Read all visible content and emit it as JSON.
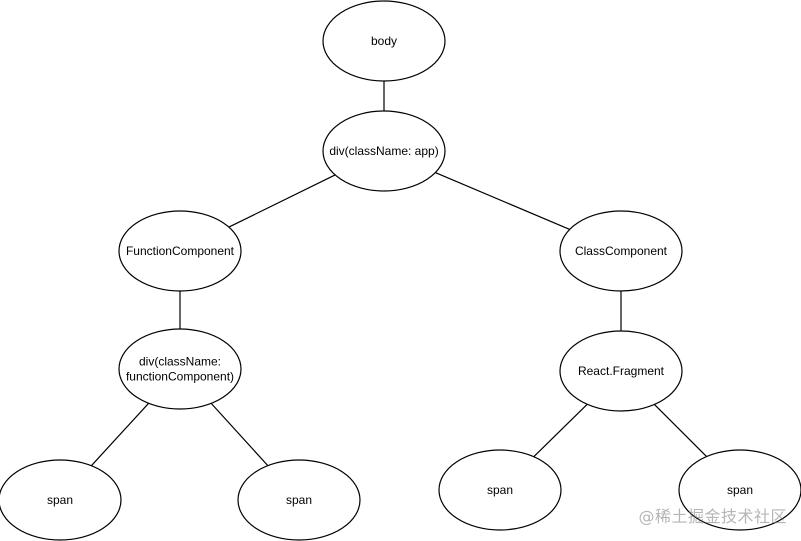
{
  "diagram": {
    "nodes": [
      {
        "id": "body",
        "label": "body"
      },
      {
        "id": "app",
        "label": "div(className: app)"
      },
      {
        "id": "func",
        "label": "FunctionComponent"
      },
      {
        "id": "class",
        "label": "ClassComponent"
      },
      {
        "id": "funcdiv",
        "label": "div(className: functionComponent)"
      },
      {
        "id": "fragment",
        "label": "React.Fragment"
      },
      {
        "id": "span1",
        "label": "span"
      },
      {
        "id": "span2",
        "label": "span"
      },
      {
        "id": "span3",
        "label": "span"
      },
      {
        "id": "span4",
        "label": "span"
      }
    ],
    "edges": [
      {
        "from": "body",
        "to": "app"
      },
      {
        "from": "app",
        "to": "func"
      },
      {
        "from": "app",
        "to": "class"
      },
      {
        "from": "func",
        "to": "funcdiv"
      },
      {
        "from": "class",
        "to": "fragment"
      },
      {
        "from": "funcdiv",
        "to": "span1"
      },
      {
        "from": "funcdiv",
        "to": "span2"
      },
      {
        "from": "fragment",
        "to": "span3"
      },
      {
        "from": "fragment",
        "to": "span4"
      }
    ]
  },
  "watermark": "@稀土掘金技术社区"
}
